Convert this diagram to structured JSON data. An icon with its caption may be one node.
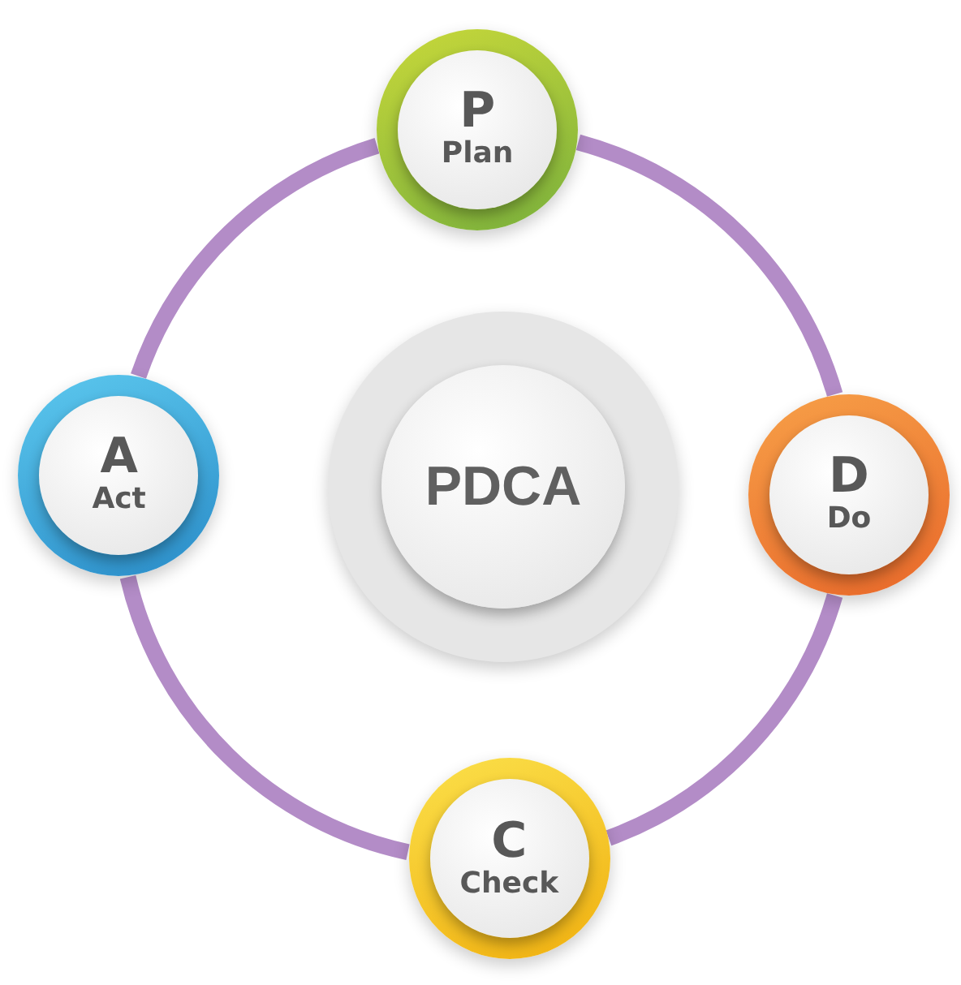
{
  "diagram": {
    "nodes": [
      {
        "text": [
          "P",
          "Plan"
        ]
      },
      {
        "text": [
          "D",
          "Do"
        ]
      },
      {
        "text": [
          "C",
          "Check"
        ]
      },
      {
        "text": [
          "A",
          "Act"
        ]
      },
      {
        "text": [
          "PDCA"
        ]
      }
    ],
    "edges": [
      {
        "from": 0,
        "to": 1,
        "arrow": "none"
      },
      {
        "from": 1,
        "to": 2,
        "arrow": "none"
      },
      {
        "from": 2,
        "to": 3,
        "arrow": "none"
      },
      {
        "from": 3,
        "to": 0,
        "arrow": "none"
      }
    ]
  }
}
